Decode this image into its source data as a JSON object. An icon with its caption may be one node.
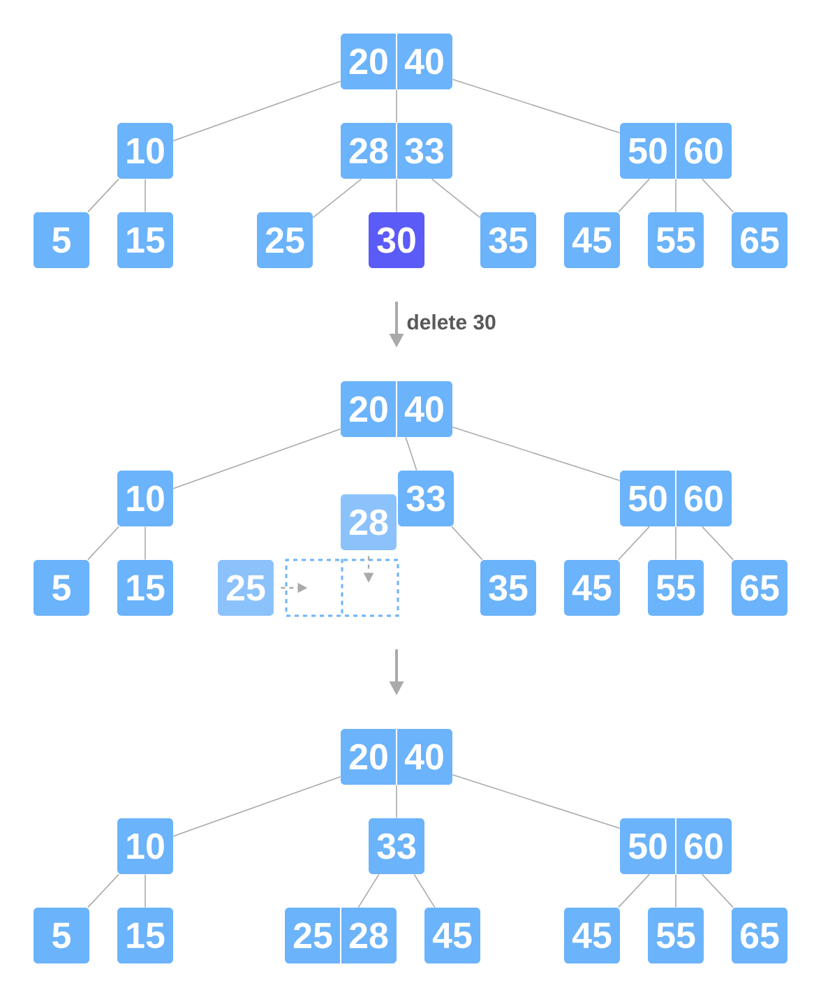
{
  "diagram": {
    "nodes": [
      {
        "text": [
          "20",
          "40"
        ]
      },
      {
        "text": [
          "10"
        ]
      },
      {
        "text": [
          "28",
          "33"
        ]
      },
      {
        "text": [
          "50",
          "60"
        ]
      },
      {
        "text": [
          "5"
        ]
      },
      {
        "text": [
          "15"
        ]
      },
      {
        "text": [
          "25"
        ]
      },
      {
        "text": [
          "30"
        ]
      },
      {
        "text": [
          "35"
        ]
      },
      {
        "text": [
          "45"
        ]
      },
      {
        "text": [
          "55"
        ]
      },
      {
        "text": [
          "65"
        ]
      },
      {
        "text": [
          "20",
          "40"
        ]
      },
      {
        "text": [
          "10"
        ]
      },
      {
        "text": [
          "33"
        ]
      },
      {
        "text": [
          "28"
        ]
      },
      {
        "text": [
          "50",
          "60"
        ]
      },
      {
        "text": [
          "5"
        ]
      },
      {
        "text": [
          "15"
        ]
      },
      {
        "text": [
          "25"
        ]
      },
      {
        "text": [],
        "shape": "box"
      },
      {
        "text": [
          "35"
        ]
      },
      {
        "text": [
          "45"
        ]
      },
      {
        "text": [
          "55"
        ]
      },
      {
        "text": [
          "65"
        ]
      },
      {
        "text": [
          "20",
          "40"
        ]
      },
      {
        "text": [
          "10"
        ]
      },
      {
        "text": [
          "33"
        ]
      },
      {
        "text": [
          "50",
          "60"
        ]
      },
      {
        "text": [
          "5"
        ]
      },
      {
        "text": [
          "15"
        ]
      },
      {
        "text": [
          "25",
          "28"
        ]
      },
      {
        "text": [
          "45"
        ]
      },
      {
        "text": [
          "45"
        ]
      },
      {
        "text": [
          "55"
        ]
      },
      {
        "text": [
          "65"
        ]
      }
    ],
    "edges": [
      {
        "from": 0,
        "to": 1,
        "arrow": "none"
      },
      {
        "from": 0,
        "to": 2,
        "arrow": "none"
      },
      {
        "from": 0,
        "to": 3,
        "arrow": "none"
      },
      {
        "from": 1,
        "to": 4,
        "arrow": "none"
      },
      {
        "from": 1,
        "to": 5,
        "arrow": "none"
      },
      {
        "from": 2,
        "to": 6,
        "arrow": "none"
      },
      {
        "from": 2,
        "to": 7,
        "arrow": "none"
      },
      {
        "from": 2,
        "to": 8,
        "arrow": "none"
      },
      {
        "from": 3,
        "to": 9,
        "arrow": "none"
      },
      {
        "from": 3,
        "to": 10,
        "arrow": "none"
      },
      {
        "from": 3,
        "to": 11,
        "arrow": "none"
      },
      {
        "from": 12,
        "to": 13,
        "arrow": "none"
      },
      {
        "from": 12,
        "to": 14,
        "arrow": "none"
      },
      {
        "from": 12,
        "to": 16,
        "arrow": "none"
      },
      {
        "from": 13,
        "to": 17,
        "arrow": "none"
      },
      {
        "from": 13,
        "to": 18,
        "arrow": "none"
      },
      {
        "from": 14,
        "to": 21,
        "arrow": "none"
      },
      {
        "from": 16,
        "to": 22,
        "arrow": "none"
      },
      {
        "from": 16,
        "to": 23,
        "arrow": "none"
      },
      {
        "from": 16,
        "to": 24,
        "arrow": "none"
      },
      {
        "from": 19,
        "to": 20,
        "arrow": "to",
        "style": "dashed"
      },
      {
        "from": 15,
        "to": 20,
        "arrow": "to",
        "style": "dashed"
      },
      {
        "from": 25,
        "to": 26,
        "arrow": "none"
      },
      {
        "from": 25,
        "to": 27,
        "arrow": "none"
      },
      {
        "from": 25,
        "to": 28,
        "arrow": "none"
      },
      {
        "from": 26,
        "to": 29,
        "arrow": "none"
      },
      {
        "from": 26,
        "to": 30,
        "arrow": "none"
      },
      {
        "from": 27,
        "to": 31,
        "arrow": "none"
      },
      {
        "from": 27,
        "to": 32,
        "arrow": "none"
      },
      {
        "from": 28,
        "to": 33,
        "arrow": "none"
      },
      {
        "from": 28,
        "to": 34,
        "arrow": "none"
      },
      {
        "from": 28,
        "to": 35,
        "arrow": "none"
      }
    ],
    "labels": [
      "delete 30"
    ]
  }
}
